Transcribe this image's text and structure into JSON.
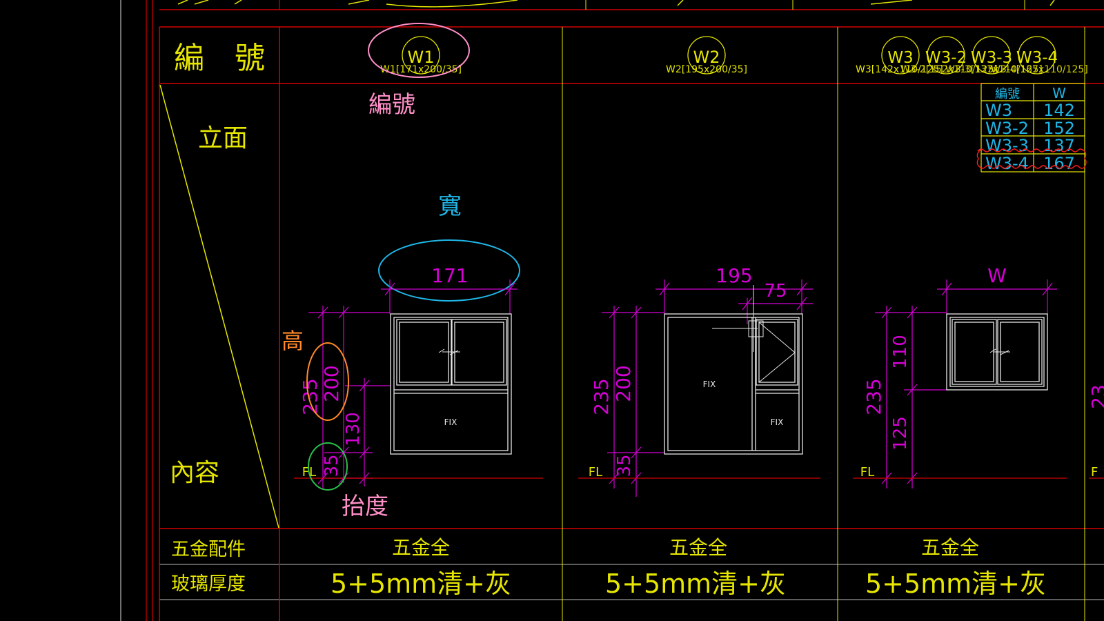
{
  "colors": {
    "background": "#000000",
    "frame_red": "#d40000",
    "grid_yellow": "#e6e600",
    "dimension_magenta": "#d400d4",
    "window_white": "#e8e8e8",
    "annot_pink": "#ff8fc8",
    "annot_blue": "#1fb6e6",
    "annot_orange": "#ff8a2a",
    "annot_green": "#2bc04a"
  },
  "row_labels": {
    "number": "編　號",
    "elevation": "立面",
    "content": "內容",
    "hardware": "五金配件",
    "glass": "玻璃厚度"
  },
  "annotations": {
    "number": "編號",
    "width": "寬",
    "height": "高",
    "sill": "抬度"
  },
  "windows": [
    {
      "id": "W1",
      "spec": "W1[171x200/35]",
      "width": "171",
      "total_height": "235",
      "height": "200",
      "lower": "130",
      "sill": "35",
      "fix": "FIX",
      "floor": "FL",
      "hardware": "五金全",
      "glass": "5+5mm清+灰"
    },
    {
      "id": "W2",
      "spec": "W2[195x200/35]",
      "width": "195",
      "sub_width": "75",
      "total_height": "235",
      "height": "200",
      "sill": "35",
      "fix": "FIX",
      "fix2": "FIX",
      "floor": "FL",
      "hardware": "五金全",
      "glass": "5+5mm清+灰"
    },
    {
      "ids": [
        "W3",
        "W3-2",
        "W3-3",
        "W3-4"
      ],
      "spec": "W3[142x110/125]",
      "spec_overlap": "W3-2[152x110/125]",
      "spec_overlap2": "W3-3[137x110/125]",
      "spec_overlap3": "W3-4[167x110/125]",
      "width": "W",
      "total_height": "235",
      "height": "110",
      "sill": "125",
      "floor": "FL",
      "hardware": "五金全",
      "glass": "5+5mm清+灰",
      "table": {
        "headers": [
          "編號",
          "W"
        ],
        "rows": [
          [
            "W3",
            "142"
          ],
          [
            "W3-2",
            "152"
          ],
          [
            "W3-3",
            "137"
          ],
          [
            "W3-4",
            "167"
          ]
        ]
      }
    }
  ],
  "edge_col": {
    "floor": "F",
    "total_height": "23"
  }
}
